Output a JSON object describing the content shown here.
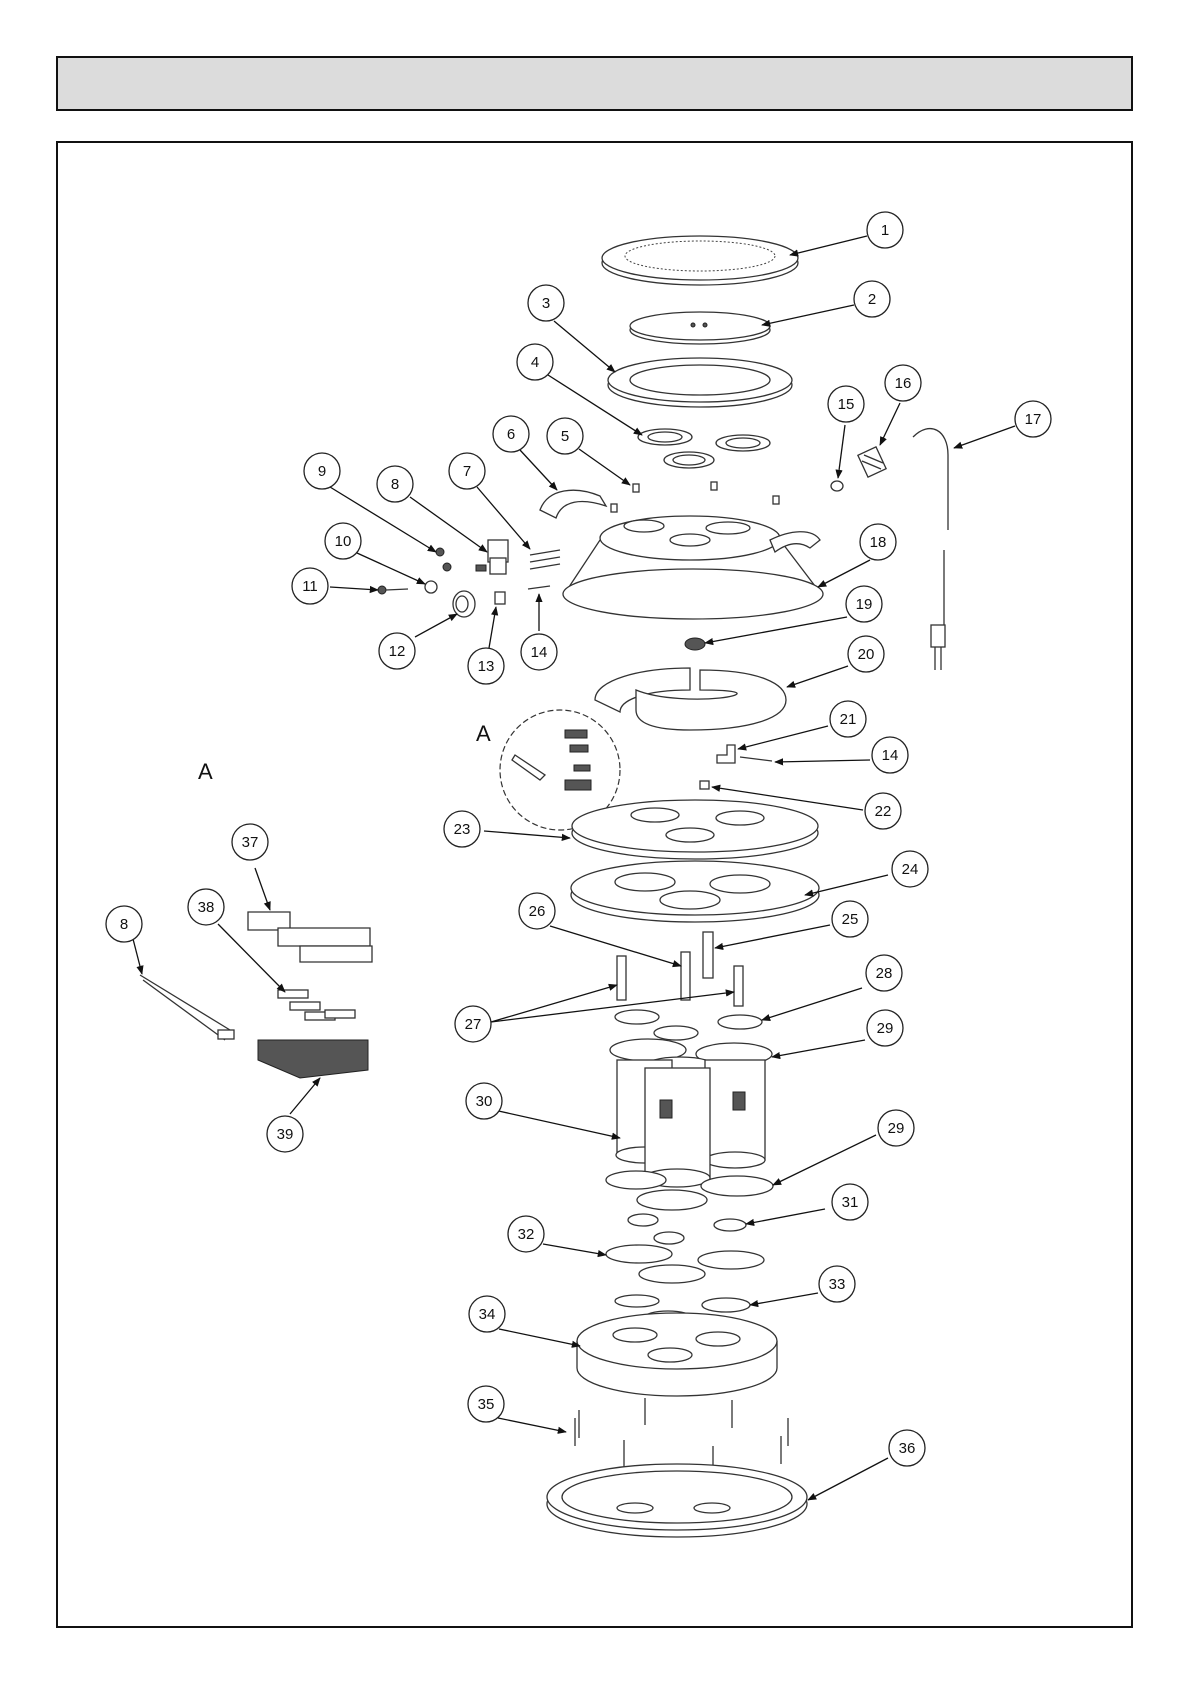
{
  "detail_labels": {
    "inset": "A",
    "side": "A"
  },
  "callouts": [
    {
      "id": "c1",
      "label": "1"
    },
    {
      "id": "c2",
      "label": "2"
    },
    {
      "id": "c3",
      "label": "3"
    },
    {
      "id": "c4",
      "label": "4"
    },
    {
      "id": "c5",
      "label": "5"
    },
    {
      "id": "c6",
      "label": "6"
    },
    {
      "id": "c7",
      "label": "7"
    },
    {
      "id": "c8a",
      "label": "8"
    },
    {
      "id": "c9",
      "label": "9"
    },
    {
      "id": "c10",
      "label": "10"
    },
    {
      "id": "c11",
      "label": "11"
    },
    {
      "id": "c12",
      "label": "12"
    },
    {
      "id": "c13",
      "label": "13"
    },
    {
      "id": "c14a",
      "label": "14"
    },
    {
      "id": "c15",
      "label": "15"
    },
    {
      "id": "c16",
      "label": "16"
    },
    {
      "id": "c17",
      "label": "17"
    },
    {
      "id": "c18",
      "label": "18"
    },
    {
      "id": "c19",
      "label": "19"
    },
    {
      "id": "c20",
      "label": "20"
    },
    {
      "id": "c21",
      "label": "21"
    },
    {
      "id": "c14b",
      "label": "14"
    },
    {
      "id": "c22",
      "label": "22"
    },
    {
      "id": "c23",
      "label": "23"
    },
    {
      "id": "c24",
      "label": "24"
    },
    {
      "id": "c25",
      "label": "25"
    },
    {
      "id": "c26",
      "label": "26"
    },
    {
      "id": "c27",
      "label": "27"
    },
    {
      "id": "c28",
      "label": "28"
    },
    {
      "id": "c29a",
      "label": "29"
    },
    {
      "id": "c30",
      "label": "30"
    },
    {
      "id": "c29b",
      "label": "29"
    },
    {
      "id": "c31",
      "label": "31"
    },
    {
      "id": "c32",
      "label": "32"
    },
    {
      "id": "c33",
      "label": "33"
    },
    {
      "id": "c34",
      "label": "34"
    },
    {
      "id": "c35",
      "label": "35"
    },
    {
      "id": "c36",
      "label": "36"
    },
    {
      "id": "c8b",
      "label": "8"
    },
    {
      "id": "c37",
      "label": "37"
    },
    {
      "id": "c38",
      "label": "38"
    },
    {
      "id": "c39",
      "label": "39"
    }
  ]
}
